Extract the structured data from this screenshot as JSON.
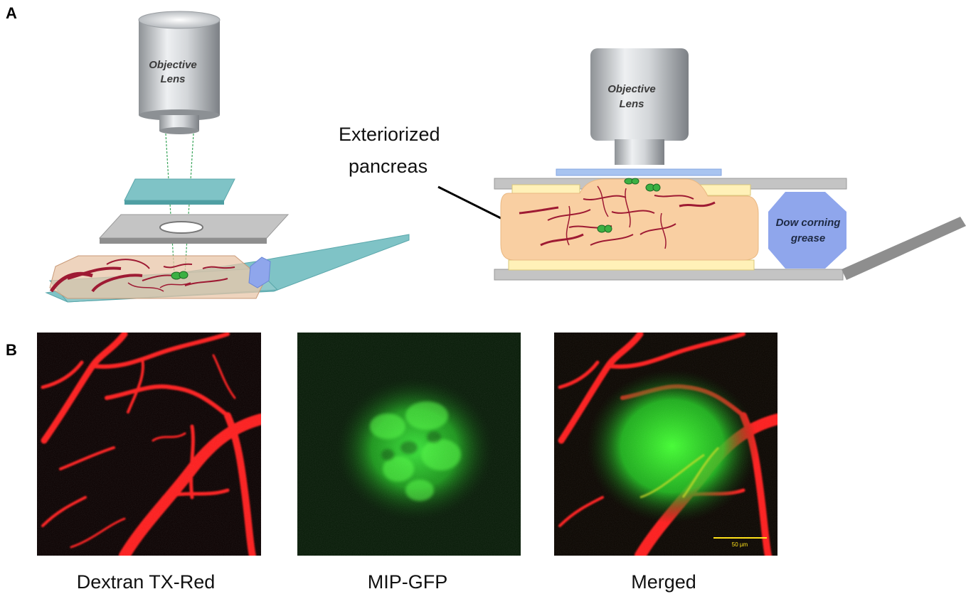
{
  "panels": {
    "a_label": "A",
    "b_label": "B"
  },
  "panel_a": {
    "left_objective": {
      "line1": "Objective",
      "line2": "Lens"
    },
    "right_objective": {
      "line1": "Objective",
      "line2": "Lens"
    },
    "callout": {
      "line1": "Exteriorized",
      "line2": "pancreas"
    },
    "grease": {
      "line1": "Dow corning",
      "line2": "grease"
    }
  },
  "panel_b": {
    "images": [
      {
        "caption": "Dextran TX-Red"
      },
      {
        "caption": "MIP-GFP"
      },
      {
        "caption": "Merged"
      }
    ],
    "scale_bar_label": "50 µm"
  },
  "colors": {
    "vessel": "#9e1a33",
    "pancreas_fill": "#f9cfa2",
    "islet_green": "#3cb043",
    "glass_teal": "#7fc3c6",
    "stage_gray": "#a9a9a9",
    "grease_blue": "#8fa6ec",
    "dextran_red": "#ff1a1a",
    "gfp_green": "#2fe02f",
    "scale_yellow": "#ffe21a"
  }
}
